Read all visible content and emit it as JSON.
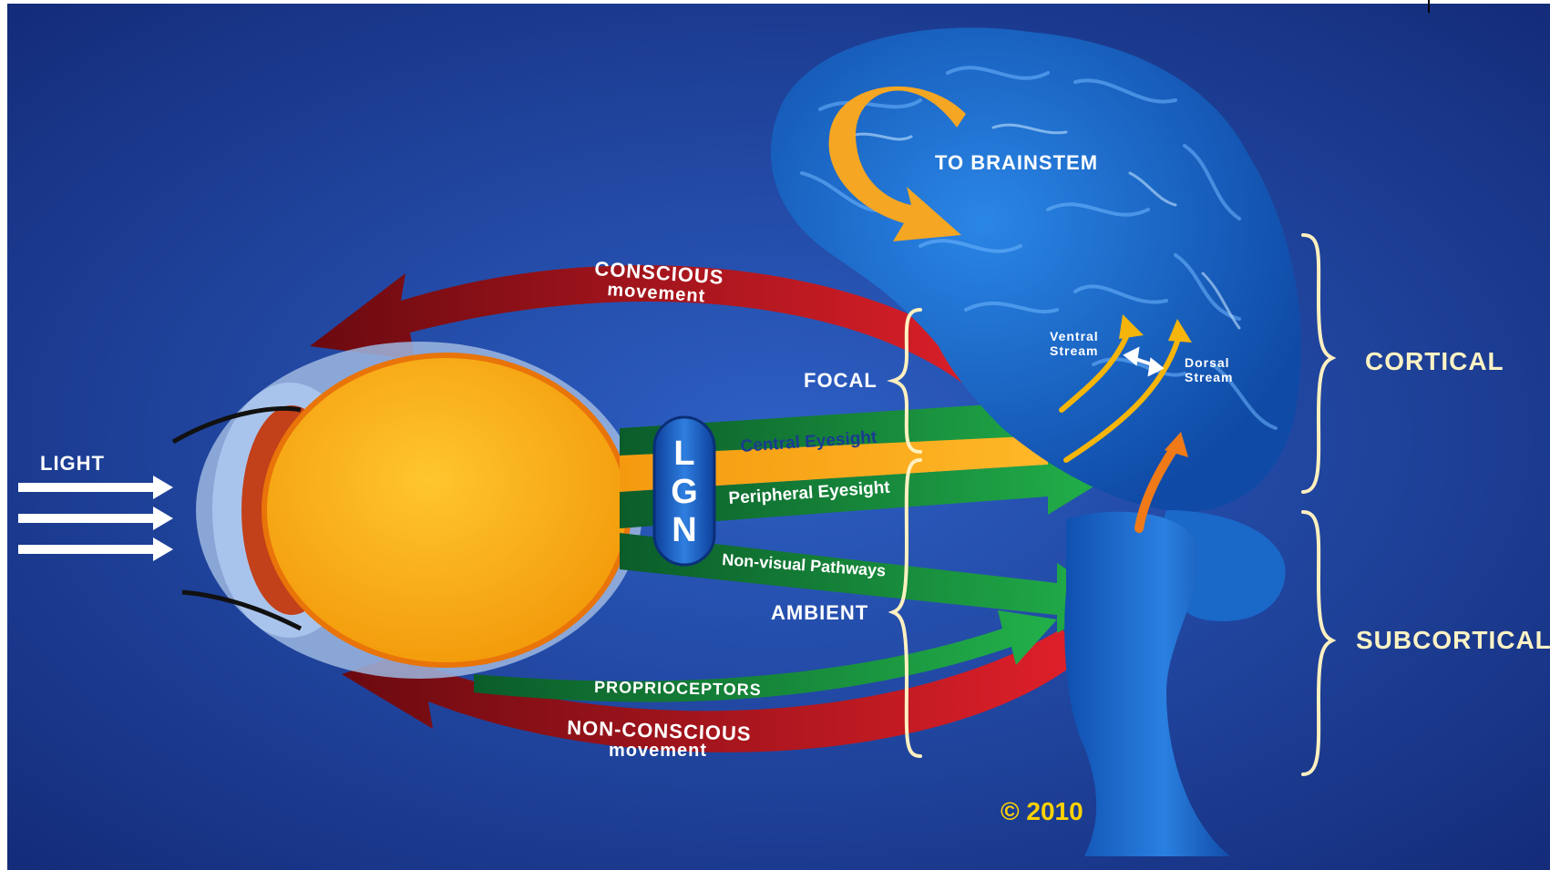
{
  "labels": {
    "light": "LIGHT",
    "to_brainstem": "TO BRAINSTEM",
    "conscious_line1": "CONSCIOUS",
    "conscious_line2": "movement",
    "focal": "FOCAL",
    "ambient": "AMBIENT",
    "lgn": [
      "L",
      "G",
      "N"
    ],
    "central_eyesight": "Central Eyesight",
    "peripheral_eyesight": "Peripheral Eyesight",
    "non_visual_pathways": "Non-visual Pathways",
    "proprioceptors": "PROPRIOCEPTORS",
    "non_conscious_line1": "NON-CONSCIOUS",
    "non_conscious_line2": "movement",
    "ventral_line1": "Ventral",
    "ventral_line2": "Stream",
    "dorsal_line1": "Dorsal",
    "dorsal_line2": "Stream",
    "cortical": "CORTICAL",
    "subcortical": "SUBCORTICAL",
    "copyright": "© 2010"
  },
  "colors": {
    "background": "#1f3f9e",
    "eye": "#fbb017",
    "red_arrow": "#c8141c",
    "green_arrow": "#1f9a3f",
    "orange_arrow": "#f7a21b",
    "brain": "#1d6fd0",
    "brace": "#fff0c0",
    "copyright": "#ffd200"
  }
}
